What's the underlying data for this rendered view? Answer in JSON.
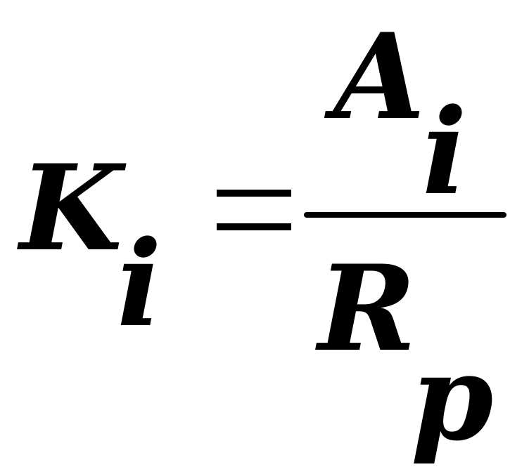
{
  "formula": {
    "lhs": {
      "base": "K",
      "subscript": "i"
    },
    "operator": "=",
    "numerator": {
      "base": "A",
      "subscript": "i"
    },
    "denominator": {
      "base": "R",
      "subscript": "p"
    }
  }
}
